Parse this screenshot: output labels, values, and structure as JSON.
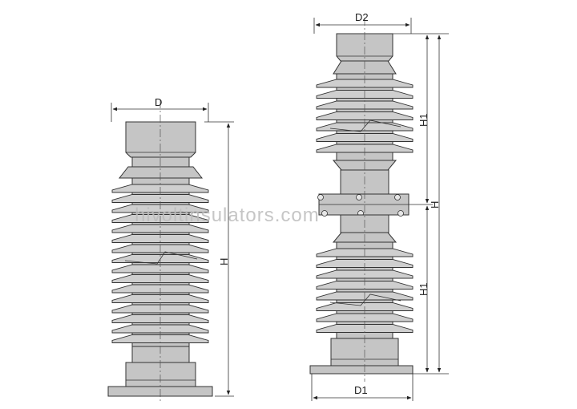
{
  "labels": {
    "left_diameter": "D",
    "left_height": "H",
    "right_top_diameter": "D2",
    "right_bottom_diameter": "D1",
    "right_upper_height": "H1",
    "right_lower_height": "H1",
    "right_total_height": "H"
  },
  "watermark": "hivoltinsulators.com",
  "colors": {
    "body_fill": "#c5c5c5",
    "line": "#333333",
    "watermark": "#bcbcbc"
  }
}
